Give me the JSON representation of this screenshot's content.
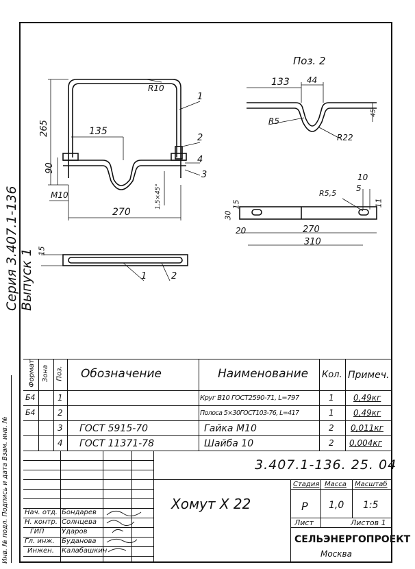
{
  "series_label": "Серия 3.407.1-136   Выпуск 1",
  "pos2_title": "Поз. 2",
  "main_view": {
    "dim_265": "265",
    "dim_90": "90",
    "dim_135": "135",
    "dim_270": "270",
    "r10": "R10",
    "m10": "M10",
    "chamfer": "1,5×45°",
    "callouts": [
      "1",
      "2",
      "4",
      "3"
    ]
  },
  "pos2_view": {
    "dim_133": "133",
    "dim_44": "44",
    "dim_45": "45",
    "r5": "R5",
    "r22": "R22"
  },
  "strip_view": {
    "dim_10": "10",
    "dim_5": "5",
    "dim_11": "11",
    "r55": "R5,5",
    "dim_15": "15",
    "dim_30": "30",
    "dim_20": "20",
    "dim_270": "270",
    "dim_310": "310"
  },
  "bottom_view": {
    "dim_15": "15",
    "callouts": [
      "1",
      "2"
    ]
  },
  "spec": {
    "headers": {
      "format": "Формат",
      "zone": "Зона",
      "pos": "Поз.",
      "designation": "Обозначение",
      "name": "Наименование",
      "qty": "Кол.",
      "note": "Примеч."
    },
    "rows": [
      {
        "format": "Б4",
        "zone": "",
        "pos": "1",
        "designation": "",
        "name": "Круг В10 ГОСТ2590-71, L=797",
        "qty": "1",
        "note": "0,49кг"
      },
      {
        "format": "Б4",
        "zone": "",
        "pos": "2",
        "designation": "",
        "name": "Полоса 5×30ГОСТ103-76, L=417",
        "qty": "1",
        "note": "0,49кг"
      },
      {
        "format": "",
        "zone": "",
        "pos": "3",
        "designation": "ГОСТ 5915-70",
        "name": "Гайка   М10",
        "qty": "2",
        "note": "0,011кг"
      },
      {
        "format": "",
        "zone": "",
        "pos": "4",
        "designation": "ГОСТ 11371-78",
        "name": "Шайба  10",
        "qty": "2",
        "note": "0,004кг"
      }
    ]
  },
  "left_margin": "Инв. № подл.   Подпись и дата   Взам. инв. №",
  "title_block": {
    "doc_code": "3.407.1-136. 25. 04",
    "title": "Хомут  Х 22",
    "stage_label": "Стадия",
    "stage": "Р",
    "mass_label": "Масса",
    "mass": "1,0",
    "scale_label": "Масштаб",
    "scale": "1:5",
    "sheet_label": "Лист",
    "sheets_label": "Листов 1",
    "org": "СЕЛЬЭНЕРГОПРОЕКТ",
    "city": "Москва",
    "signers": [
      {
        "role": "Нач. отд.",
        "name": "Бондарев"
      },
      {
        "role": "Н. контр.",
        "name": "Солнцева"
      },
      {
        "role": "ГИП",
        "name": "Ударов"
      },
      {
        "role": "Гл. инж.",
        "name": "Буданова"
      },
      {
        "role": "Инжен.",
        "name": "Калабашкин"
      }
    ]
  }
}
